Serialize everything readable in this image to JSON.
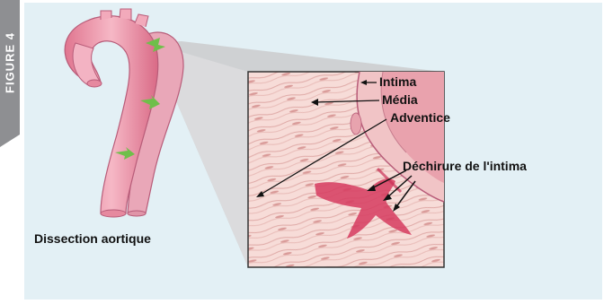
{
  "figure_tab": "FIGURE 4",
  "labels": {
    "intima": "Intima",
    "media": "Média",
    "adventice": "Adventice",
    "tear": "Déchirure de l'intima",
    "dissection": "Dissection aortique"
  },
  "colors": {
    "panel_bg": "#e3f0f5",
    "tab": "#8e8f92",
    "aorta": "#f0a3b5",
    "tissue": "#f6d9d6",
    "blood": "#d63b5f",
    "arrow_green": "#6fbf4a"
  }
}
